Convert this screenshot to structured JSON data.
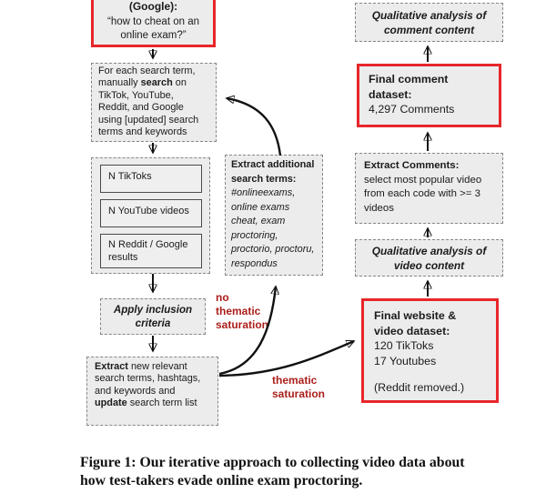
{
  "colors": {
    "red_border": "#e8262a",
    "red_label": "#ab201c",
    "box_fill": "#ececec",
    "arrow": "#111111"
  },
  "flow": {
    "initial_query": {
      "source_bold": "(Google):",
      "query": "“how to cheat on an\nonline exam?”"
    },
    "search_step": {
      "parts": [
        {
          "t": "For each search term,\nmanually "
        },
        {
          "b": "search"
        },
        {
          "t": " on\nTikTok, YouTube,\nReddit, and Google\nusing [updated] search\nterms and keywords"
        }
      ]
    },
    "results": {
      "items": [
        "N TikToks",
        "N YouTube videos",
        "N Reddit / Google\nresults"
      ]
    },
    "inclusion": {
      "label": "Apply inclusion\ncriteria"
    },
    "extract_update": {
      "parts": [
        {
          "b": "Extract"
        },
        {
          "t": " new relevant\nsearch terms, hashtags,\nand keywords and\n"
        },
        {
          "b": "update"
        },
        {
          "t": " search term list"
        }
      ]
    },
    "additional_terms": {
      "title": "Extract additional\nsearch terms:",
      "terms": "#onlineexams,\nonline exams\ncheat, exam\nproctoring,\nproctorio, proctoru,\nrespondus"
    },
    "labels": {
      "no_saturation": "no\nthematic\nsaturation",
      "saturation": "thematic\nsaturation"
    },
    "comment_analysis": {
      "label": "Qualitative analysis of\ncomment content"
    },
    "final_comments": {
      "title": "Final comment\ndataset:",
      "value": "4,297 Comments"
    },
    "extract_comments": {
      "title": "Extract Comments:",
      "body": "select most popular video\nfrom each code with >= 3\nvideos"
    },
    "video_analysis": {
      "label": "Qualitative analysis of\nvideo content"
    },
    "final_videos": {
      "title": "Final website &\nvideo dataset:",
      "counts": "120 TikToks\n17 Youtubes",
      "note": "(Reddit removed.)"
    }
  },
  "caption": {
    "lines": [
      "Figure 1: Our iterative approach to collecting video data about",
      "how test-takers evade online exam proctoring."
    ],
    "full": "Figure 1: Our iterative approach to collecting video data about how test-takers evade online exam proctoring."
  }
}
